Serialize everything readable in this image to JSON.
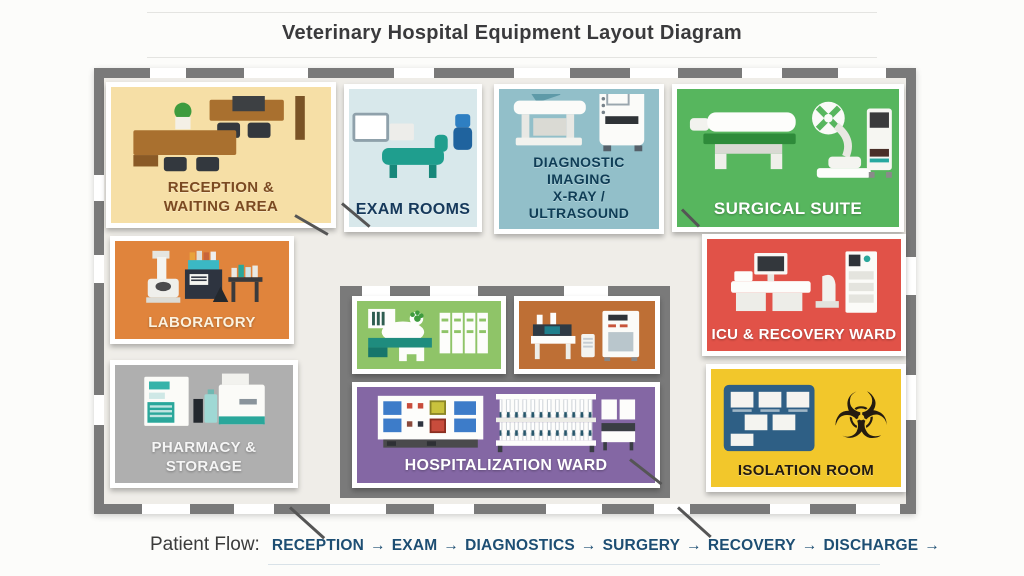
{
  "title": "Veterinary Hospital Equipment Layout Diagram",
  "colors": {
    "wall": "#7A7A7A",
    "floor": "#EFEDE8",
    "flow_text": "#1D4E73"
  },
  "rooms": {
    "reception": {
      "label_line1": "RECEPTION &",
      "label_line2": "WAITING AREA",
      "color": "#F6DFA6",
      "label_color": "#7B4A21"
    },
    "exam": {
      "label": "EXAM ROOMS",
      "color": "#D8E8EB",
      "label_color": "#16395B"
    },
    "diagnostic": {
      "label_line1": "DIAGNOSTIC IMAGING",
      "label_line2": "X-RAY / ULTRASOUND",
      "color": "#92BFC9",
      "label_color": "#0F3D56"
    },
    "surgical": {
      "label": "SURGICAL SUITE",
      "color": "#57B65E",
      "label_color": "#FFFFFF"
    },
    "laboratory": {
      "label": "LABORATORY",
      "color": "#E0843C",
      "label_color": "#FBF2DF"
    },
    "icu": {
      "label": "ICU & RECOVERY WARD",
      "color": "#E15248",
      "label_color": "#FFFFFF"
    },
    "pharmacy": {
      "label_line1": "PHARMACY &",
      "label_line2": "STORAGE",
      "color": "#AFAFAF",
      "label_color": "#F5F5F5"
    },
    "center_green": {
      "color": "#8FC468"
    },
    "center_orange": {
      "color": "#BE6F35"
    },
    "hospitalization": {
      "label": "HOSPITALIZATION WARD",
      "color": "#8467A4",
      "label_color": "#FFFFFF"
    },
    "isolation": {
      "label": "ISOLATION ROOM",
      "color": "#F2C72B",
      "label_color": "#241B10",
      "biohazard_icon": "☣",
      "icon_color": "#241B10"
    }
  },
  "patient_flow": {
    "label": "Patient Flow:",
    "steps": [
      "RECEPTION",
      "EXAM",
      "DIAGNOSTICS",
      "SURGERY",
      "RECOVERY",
      "DISCHARGE"
    ],
    "arrow": "→"
  }
}
